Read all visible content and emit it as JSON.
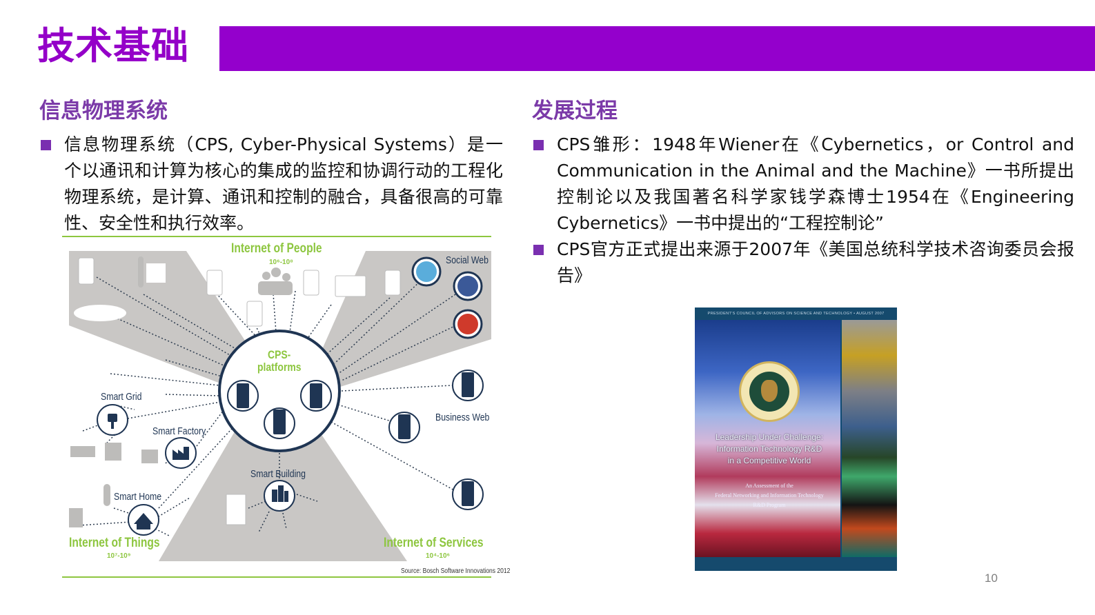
{
  "slide": {
    "title": "技术基础",
    "page_number": "10",
    "accent_color": "#9400cc"
  },
  "left": {
    "heading": "信息物理系统",
    "bullets": [
      "信息物理系统（CPS, Cyber-Physical Systems）是一个以通讯和计算为核心的集成的监控和协调行动的工程化物理系统，是计算、通讯和控制的融合，具备很高的可靠性、安全性和执行效率。"
    ],
    "diagram": {
      "center": "CPS-platforms",
      "center_line1": "CPS-",
      "center_line2": "platforms",
      "internet_of_people": "Internet of People",
      "iop_range": "10⁶-10⁸",
      "internet_of_things": "Internet of Things",
      "iot_range": "10⁷-10⁹",
      "internet_of_services": "Internet of Services",
      "ios_range": "10⁴-10⁶",
      "social_web": "Social Web",
      "business_web": "Business Web",
      "smart_grid": "Smart Grid",
      "smart_factory": "Smart Factory",
      "smart_building": "Smart Building",
      "smart_home": "Smart Home",
      "source": "Source: Bosch Software Innovations 2012"
    }
  },
  "right": {
    "heading": "发展过程",
    "bullets": [
      "CPS雏形：1948年Wiener在《Cybernetics，or Control and Communication in the Animal and the Machine》一书所提出控制论以及我国著名科学家钱学森博士1954在《Engineering Cybernetics》一书中提出的“工程控制论”",
      "CPS官方正式提出来源于2007年《美国总统科学技术咨询委员会报告》"
    ],
    "cover": {
      "header": "PRESIDENT'S COUNCIL OF ADVISORS ON SCIENCE AND TECHNOLOGY • AUGUST 2007",
      "title_line1": "Leadership Under Challenge:",
      "title_line2": "Information Technology R&D",
      "title_line3": "in a Competitive World",
      "sub_line1": "An Assessment of the",
      "sub_line2": "Federal Networking and Information Technology",
      "sub_line3": "R&D Program"
    }
  }
}
